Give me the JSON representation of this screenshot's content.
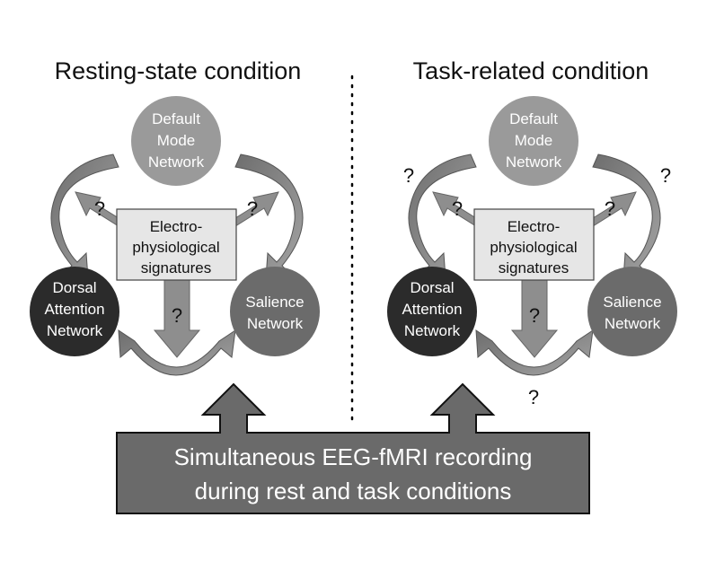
{
  "panels": [
    {
      "title": "Resting-state condition",
      "dmn": [
        "Default",
        "Mode",
        "Network"
      ],
      "dan": [
        "Dorsal",
        "Attention",
        "Network"
      ],
      "sal": [
        "Salience",
        "Network"
      ],
      "signatures": [
        "Electro-",
        "physiological",
        "signatures"
      ],
      "question_marks": [
        "?",
        "?",
        "?"
      ]
    },
    {
      "title": "Task-related condition",
      "dmn": [
        "Default",
        "Mode",
        "Network"
      ],
      "dan": [
        "Dorsal",
        "Attention",
        "Network"
      ],
      "sal": [
        "Salience",
        "Network"
      ],
      "signatures": [
        "Electro-",
        "physiological",
        "signatures"
      ],
      "question_marks": [
        "?",
        "?",
        "?"
      ],
      "interaction_marks": [
        "?",
        "?",
        "?"
      ]
    }
  ],
  "bottom_banner": [
    "Simultaneous EEG-fMRI recording",
    "during rest and task conditions"
  ],
  "colors": {
    "dmn": "#9a9a9a",
    "dan": "#2b2b2b",
    "salience": "#6b6b6b",
    "signature_box": "#e6e6e6",
    "arrow": "#8a8a8a",
    "banner": "#6a6a6a"
  }
}
